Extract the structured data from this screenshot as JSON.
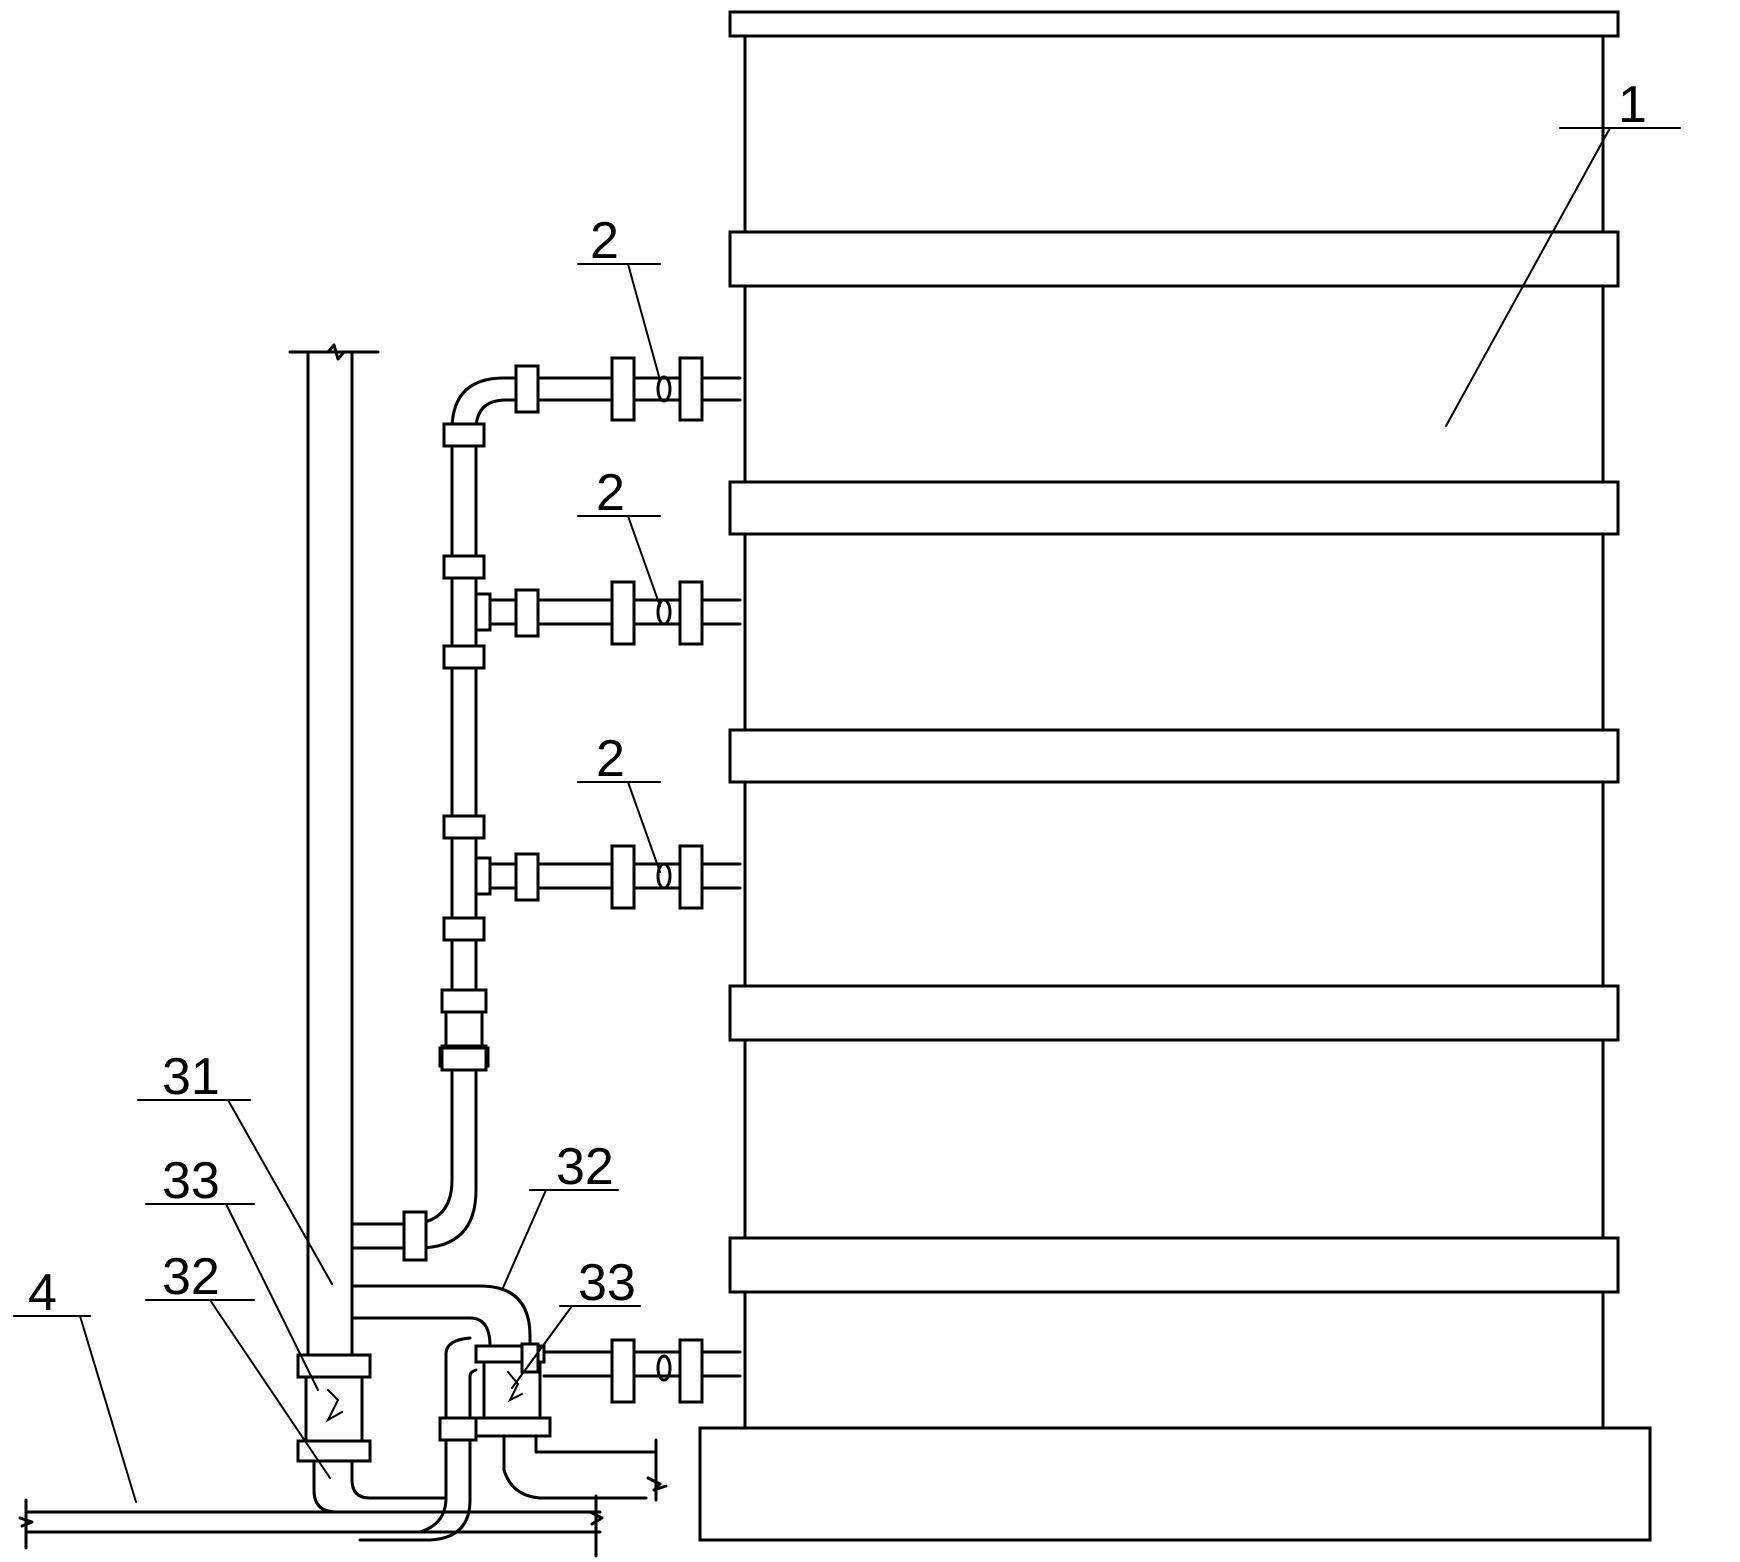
{
  "labels": {
    "tank": "1",
    "valve_branch_top": "2",
    "valve_branch_middle": "2",
    "valve_branch_lower": "2",
    "riser_pipe": "31",
    "elbow_left": "32",
    "elbow_right": "32",
    "fitting_left": "33",
    "fitting_right": "33",
    "ground_pipe": "4"
  }
}
